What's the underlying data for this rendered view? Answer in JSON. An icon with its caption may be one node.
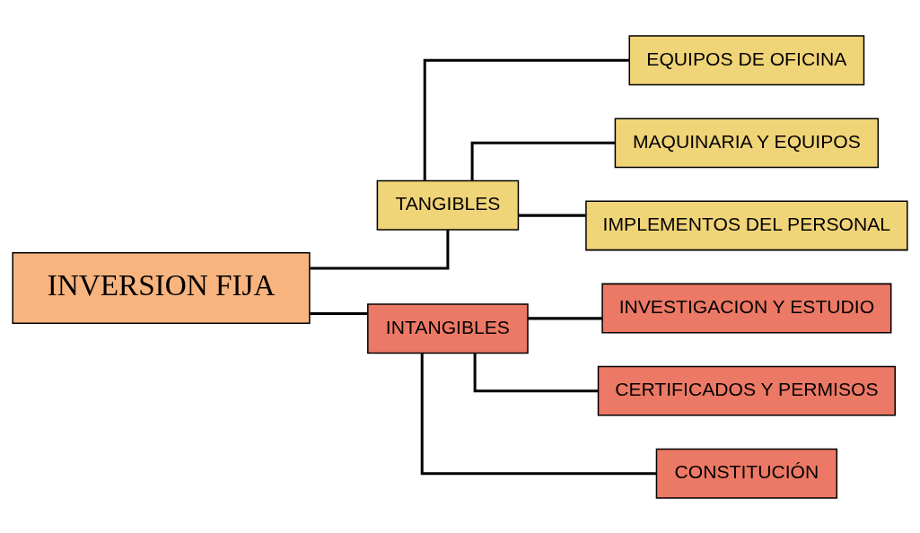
{
  "diagram": {
    "nodes": [
      {
        "text": [
          "INVERSION FIJA"
        ]
      },
      {
        "text": [
          "TANGIBLES"
        ]
      },
      {
        "text": [
          "EQUIPOS DE OFICINA"
        ]
      },
      {
        "text": [
          "MAQUINARIA Y EQUIPOS"
        ]
      },
      {
        "text": [
          "IMPLEMENTOS DEL PERSONAL"
        ]
      },
      {
        "text": [
          "INTANGIBLES"
        ]
      },
      {
        "text": [
          "INVESTIGACION Y ESTUDIO"
        ]
      },
      {
        "text": [
          "CERTIFICADOS Y PERMISOS"
        ]
      },
      {
        "text": [
          "CONSTITUCIÓN"
        ]
      }
    ],
    "edges": [
      {
        "from": 0,
        "to": 1,
        "arrow": "none"
      },
      {
        "from": 0,
        "to": 5,
        "arrow": "none"
      },
      {
        "from": 1,
        "to": 2,
        "arrow": "none"
      },
      {
        "from": 1,
        "to": 3,
        "arrow": "none"
      },
      {
        "from": 1,
        "to": 4,
        "arrow": "none"
      },
      {
        "from": 5,
        "to": 6,
        "arrow": "none"
      },
      {
        "from": 5,
        "to": 7,
        "arrow": "none"
      },
      {
        "from": 5,
        "to": 8,
        "arrow": "none"
      }
    ]
  }
}
